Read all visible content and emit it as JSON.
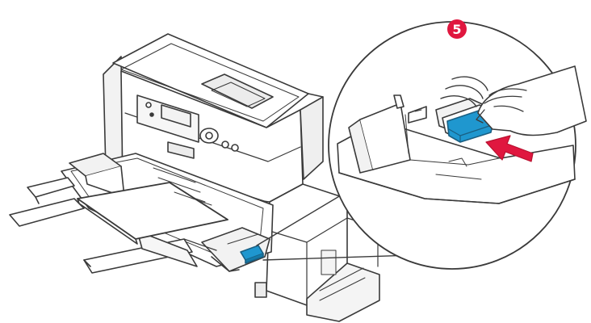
{
  "figure": {
    "step_badge": {
      "label": "5",
      "color": "#e0173f"
    },
    "colors": {
      "line": "#3a3a3a",
      "fill": "#ffffff",
      "shade": "#e9e9e9",
      "accent_blue": "#1f97cf",
      "arrow_red": "#e0173f"
    },
    "icons": {
      "printer": "printer-illustration",
      "tray": "multipurpose-tray",
      "paper": "paper-stack",
      "zoom": "zoom-callout",
      "hand": "hand-icon",
      "lever": "paper-guide-lever",
      "arrow": "push-arrow-icon"
    }
  }
}
